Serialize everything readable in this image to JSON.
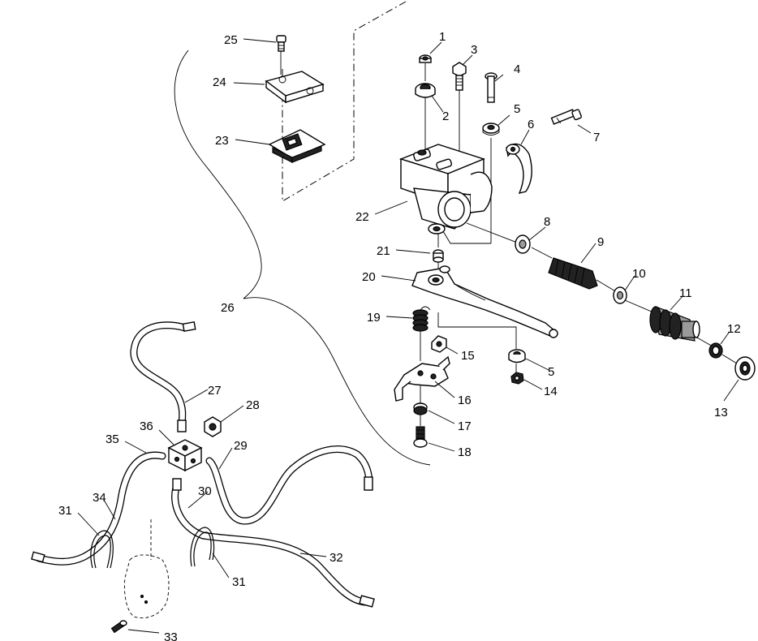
{
  "callouts": {
    "c1": "1",
    "c2": "2",
    "c3": "3",
    "c4": "4",
    "c5a": "5",
    "c5b": "5",
    "c6": "6",
    "c7": "7",
    "c8": "8",
    "c9": "9",
    "c10": "10",
    "c11": "11",
    "c12": "12",
    "c13": "13",
    "c14": "14",
    "c15": "15",
    "c16": "16",
    "c17": "17",
    "c18": "18",
    "c19": "19",
    "c20": "20",
    "c21": "21",
    "c22": "22",
    "c23": "23",
    "c24": "24",
    "c25": "25",
    "c26": "26",
    "c27": "27",
    "c28": "28",
    "c29": "29",
    "c30": "30",
    "c31a": "31",
    "c31b": "31",
    "c32": "32",
    "c33": "33",
    "c34": "34",
    "c35": "35",
    "c36": "36"
  }
}
